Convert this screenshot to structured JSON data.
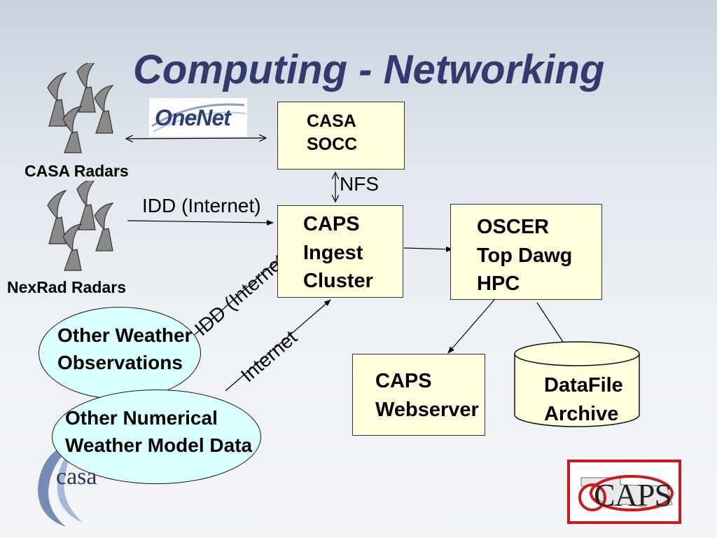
{
  "title": "Computing - Networking",
  "logos": {
    "onenet": "OneNet",
    "casa": "casa",
    "caps": "CAPS"
  },
  "sources": {
    "casa_radars": "CASA Radars",
    "nexrad_radars": "NexRad Radars",
    "other_weather": [
      "Other Weather",
      "Observations"
    ],
    "other_numerical": [
      "Other Numerical",
      "Weather Model Data"
    ]
  },
  "nodes": {
    "casa_socc": [
      "CASA",
      "SOCC"
    ],
    "caps_ingest": [
      "CAPS",
      "Ingest",
      "Cluster"
    ],
    "oscer": [
      "OSCER",
      "Top Dawg",
      "HPC"
    ],
    "caps_webserver": [
      "CAPS",
      "Webserver"
    ],
    "datafile_archive": [
      "DataFile",
      "Archive"
    ]
  },
  "links": {
    "nfs": "NFS",
    "idd_internet_nexrad": "IDD (Internet)",
    "idd_internet_obs": "IDD (Internet)",
    "internet": "Internet"
  },
  "colors": {
    "title": "#333a6e",
    "box_fill": "#ffffdd",
    "ellipse_fill": "#d9ffff",
    "radar_fill": "#8a8a8a",
    "caps_logo_border": "#cc1a1a"
  }
}
